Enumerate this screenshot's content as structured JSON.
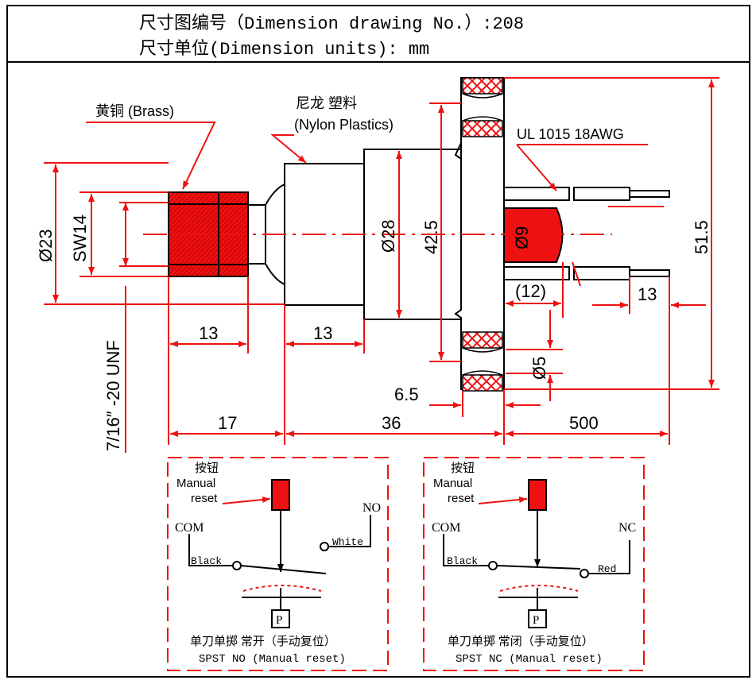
{
  "header": {
    "drawing_no_line": "尺寸图编号（Dimension drawing No.）:208",
    "units_line": "尺寸单位(Dimension units): mm"
  },
  "drawing": {
    "labels": {
      "brass": "黄铜 (Brass)",
      "nylon_cn": "尼龙 塑料",
      "nylon_en": "(Nylon Plastics)",
      "wire": "UL 1015 18AWG",
      "thread": "7/16″ -20 UNF"
    },
    "dimensions": {
      "d23": "Ø23",
      "sw14": "SW14",
      "d28": "Ø28",
      "h42_5": "42.5",
      "d9": "Ø9",
      "h51_5": "51.5",
      "l12": "(12)",
      "l13_wire": "13",
      "d5": "Ø5",
      "l6_5": "6.5",
      "l13_a": "13",
      "l13_b": "13",
      "l17": "17",
      "l36": "36",
      "l500": "500"
    },
    "colors": {
      "accent": "#ee1111",
      "line": "#000000"
    }
  },
  "schematics": [
    {
      "button_cn": "按钮",
      "button_en1": "Manual",
      "button_en2": "reset",
      "com": "COM",
      "terminal": "NO",
      "wire_a": "Black",
      "wire_b": "White",
      "p": "P",
      "caption_cn": "单刀单掷 常开（手动复位）",
      "caption_en": "SPST NO (Manual reset)"
    },
    {
      "button_cn": "按钮",
      "button_en1": "Manual",
      "button_en2": "reset",
      "com": "COM",
      "terminal": "NC",
      "wire_a": "Black",
      "wire_b": "Red",
      "p": "P",
      "caption_cn": "单刀单掷 常闭（手动复位）",
      "caption_en": "SPST NC (Manual reset)"
    }
  ]
}
